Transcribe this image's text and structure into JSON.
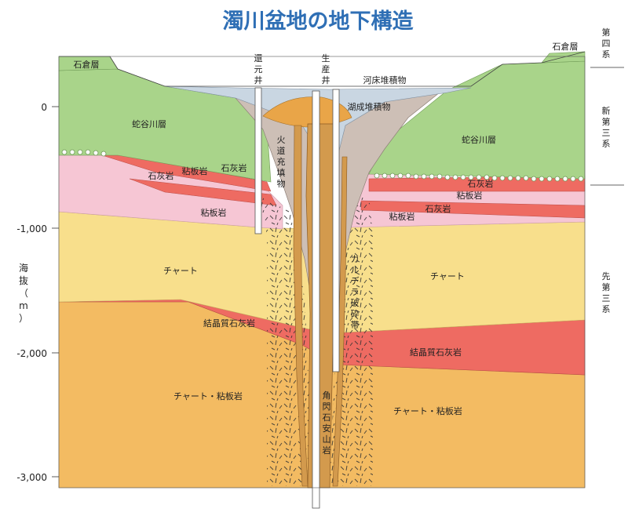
{
  "title": "濁川盆地の地下構造",
  "y_axis": {
    "label_chars": [
      "海",
      "抜",
      "（",
      "m",
      "）"
    ],
    "ticks": [
      {
        "value": 0,
        "label": "0"
      },
      {
        "value": -1000,
        "label": "-1,000"
      },
      {
        "value": -2000,
        "label": "-2,000"
      },
      {
        "value": -3000,
        "label": "-3,000"
      }
    ]
  },
  "eras": [
    {
      "id": "quaternary",
      "chars": [
        "第",
        "四",
        "系"
      ]
    },
    {
      "id": "neogene",
      "chars": [
        "新",
        "第",
        "三",
        "系"
      ]
    },
    {
      "id": "pre-neogene",
      "chars": [
        "先",
        "第",
        "三",
        "系"
      ]
    }
  ],
  "wells": {
    "reinjection": {
      "chars": [
        "還",
        "元",
        "井"
      ]
    },
    "production": {
      "chars": [
        "生",
        "産",
        "井"
      ]
    }
  },
  "layers": {
    "ishikura_left": "石倉層",
    "ishikura_right": "石倉層",
    "riverbed": "河床堆積物",
    "lake": "湖成堆積物",
    "hebiyagawa_left": "蛇谷川層",
    "hebiyagawa_right": "蛇谷川層",
    "limestone_left1": "石灰岩",
    "slate_left1": "粘板岩",
    "limestone_left2": "石灰岩",
    "slate_left2": "粘板岩",
    "limestone_right1": "石灰岩",
    "slate_right1": "粘板岩",
    "limestone_right2": "石灰岩",
    "slate_right2": "粘板岩",
    "chert_left": "チャート",
    "chert_right": "チャート",
    "cryst_limestone_left": "結晶質石灰岩",
    "cryst_limestone_right": "結晶質石灰岩",
    "chert_slate_left": "チャート・粘板岩",
    "chert_slate_right": "チャート・粘板岩"
  },
  "vertical_labels": {
    "volcanic_fill": [
      "火",
      "道",
      "充",
      "填",
      "物"
    ],
    "caldera_breccia": [
      "カ",
      "ル",
      "デ",
      "ラ",
      "破",
      "砕",
      "帯"
    ],
    "hornblende_andesite": [
      "角",
      "閃",
      "石",
      "安",
      "山",
      "岩"
    ]
  },
  "colors": {
    "title": "#2f6fb5",
    "green": "#a9d48a",
    "pink": "#f6c6d4",
    "red": "#ee6b62",
    "yellow": "#f8df8c",
    "orange": "#f3bb62",
    "brown": "#d39a4d",
    "gray": "#cdbfb6",
    "lightblue": "#c9d6e2",
    "lake": "#e9a548"
  }
}
